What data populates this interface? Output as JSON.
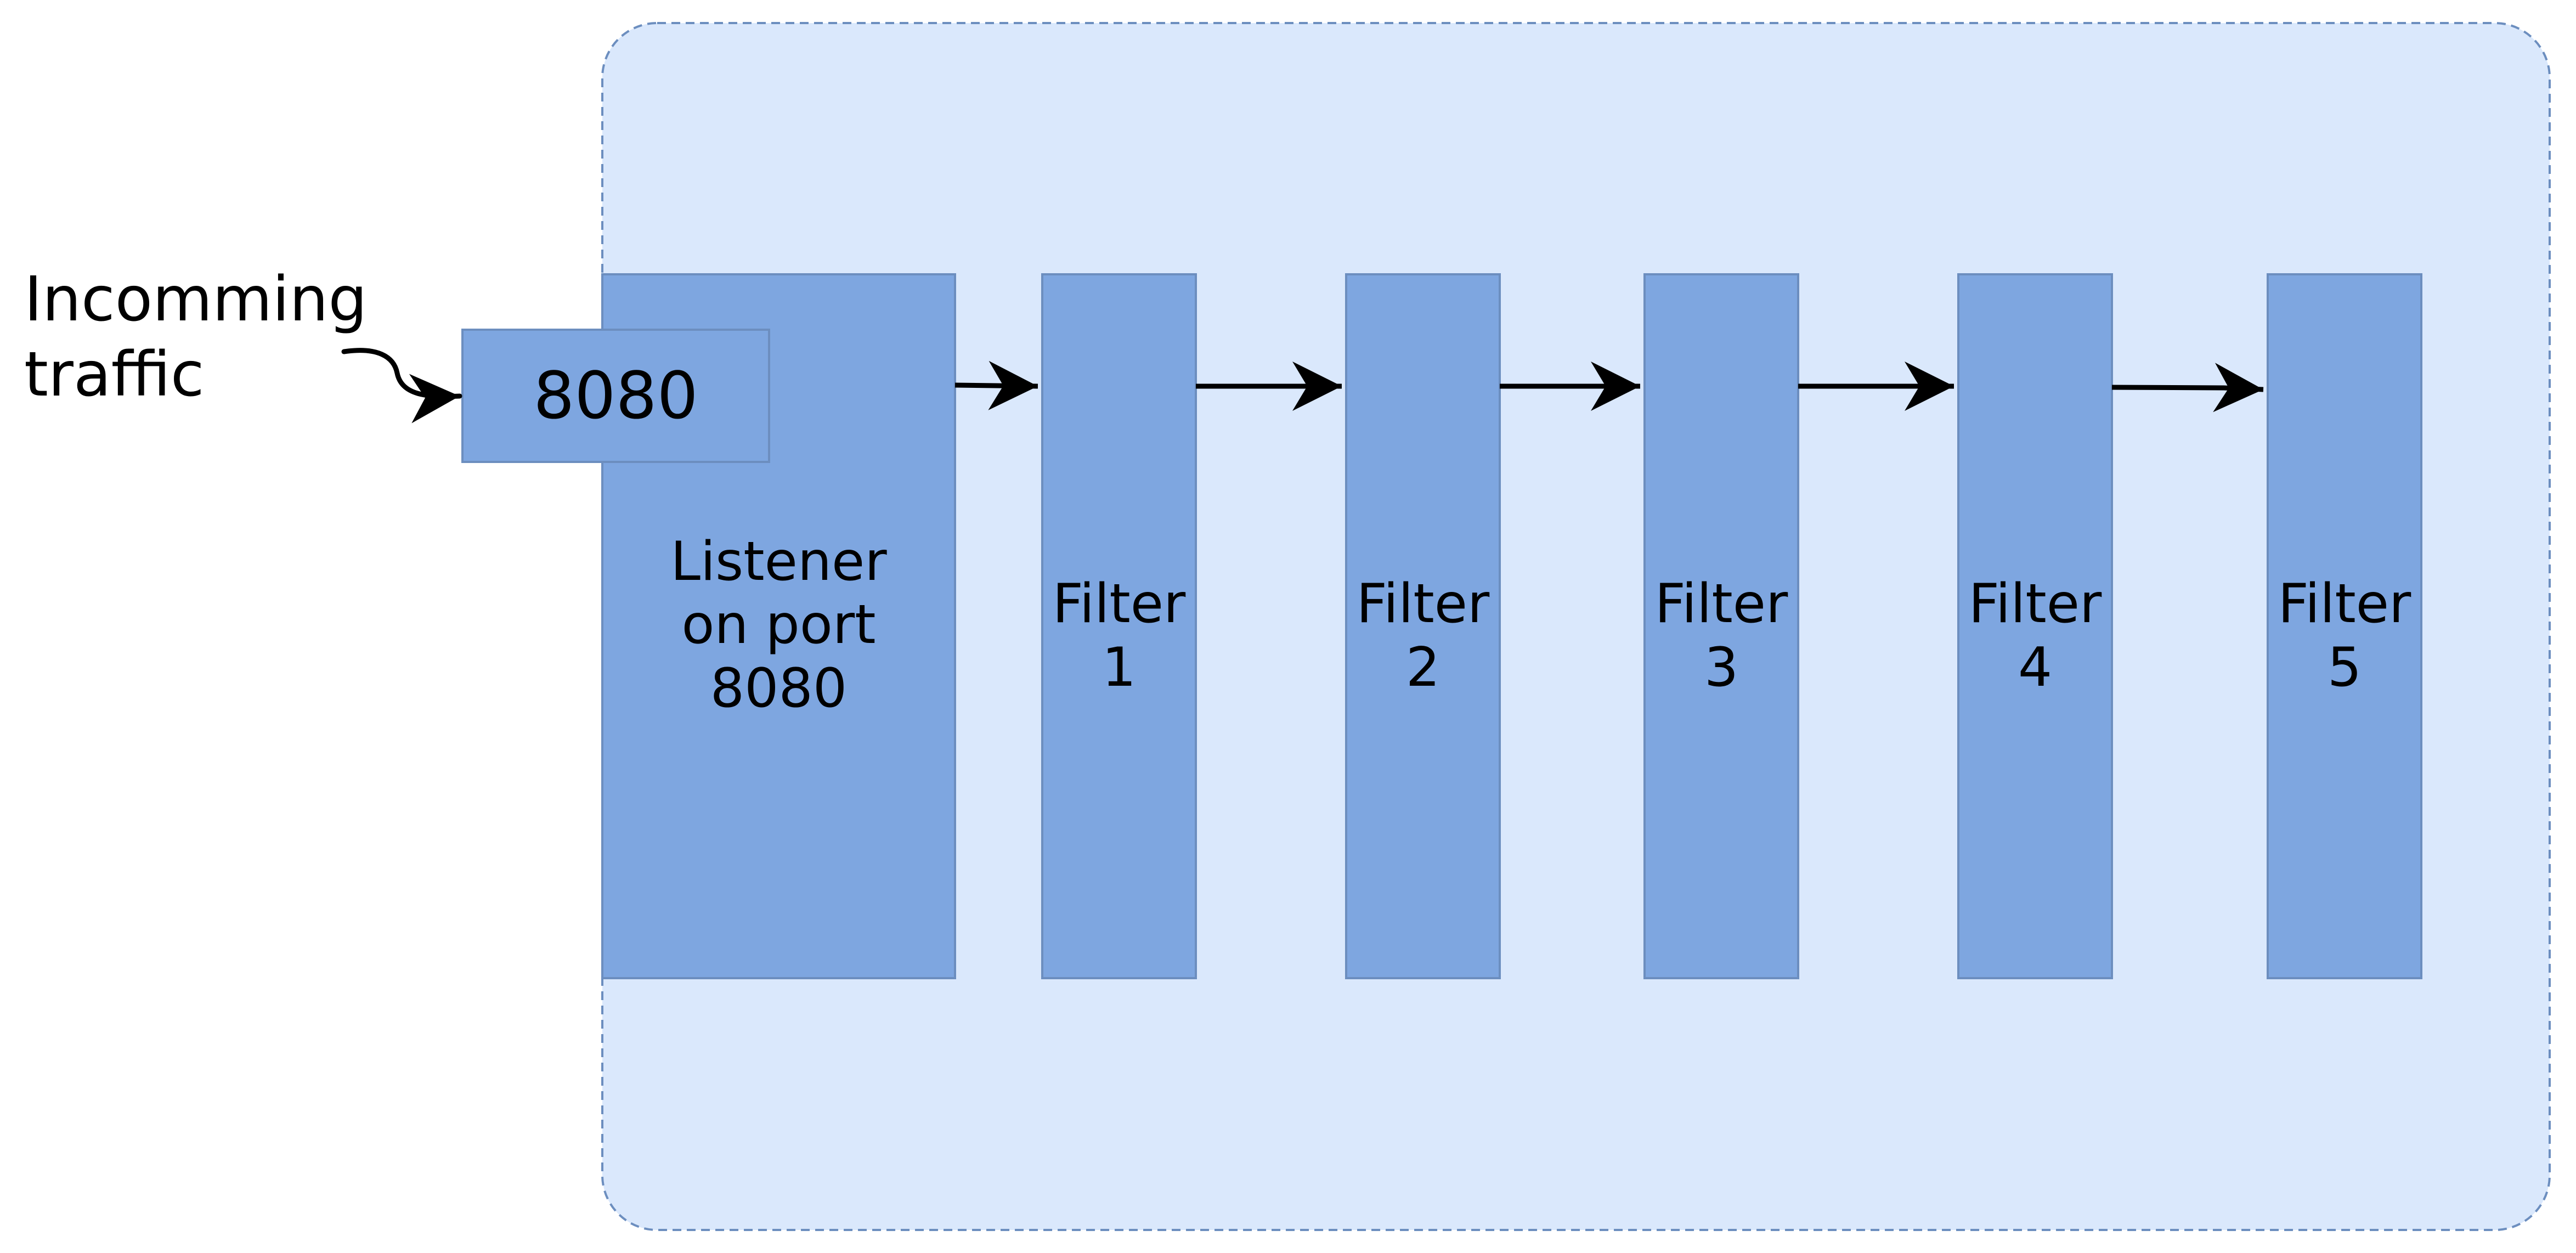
{
  "colors": {
    "page_background": "#ffffff",
    "container_fill": "#dae8fc",
    "container_stroke": "#6c8ebf",
    "box_fill": "#7ea6e0",
    "box_stroke": "#6c8ebf",
    "arrow": "#000000",
    "text": "#000000"
  },
  "icons": {
    "arrow_head": "filled-triangle-arrowhead",
    "incoming_arrow": "curved-arrow-icon"
  },
  "incoming": {
    "label": "Incomming\ntraffic"
  },
  "port": {
    "label": "8080"
  },
  "listener": {
    "label": "Listener\non port\n8080"
  },
  "filters": [
    {
      "label": "Filter\n1"
    },
    {
      "label": "Filter\n2"
    },
    {
      "label": "Filter\n3"
    },
    {
      "label": "Filter\n4"
    },
    {
      "label": "Filter\n5"
    }
  ]
}
